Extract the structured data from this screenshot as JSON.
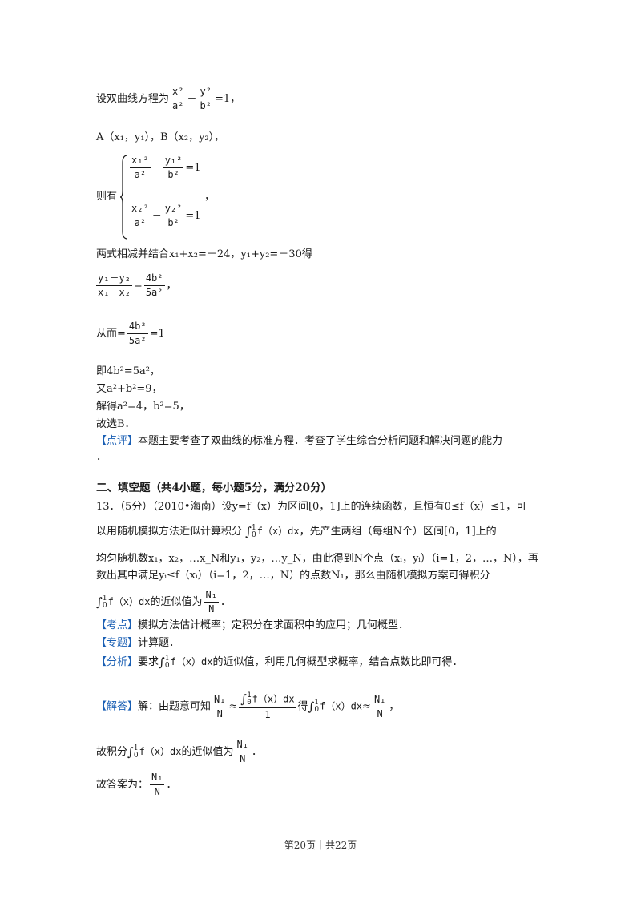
{
  "page": {
    "l1": "设双曲线方程为",
    "l1_end": "=1，",
    "l2": "A（x₁，y₁），B（x₂，y₂），",
    "l3_prefix": "则有",
    "l3_suffix": "，",
    "sys_eq1_end": "=1",
    "sys_eq2_end": "=1",
    "l4": "两式相减并结合x₁+x₂=－24，y₁+y₂=－30得",
    "l5_end": "，",
    "l6_prefix": "从而=",
    "l6_end": "=1",
    "l7": "即4b²=5a²，",
    "l8": "又a²+b²=9，",
    "l9": "解得a²=4，b²=5，",
    "l10": "故选B．",
    "comment_tag": "【点评】",
    "comment_text": "本题主要考查了双曲线的标准方程．考查了学生综合分析问题和解决问题的能力",
    "comment_cont": "．",
    "section_title": "二、填空题（共4小题，每小题5分，满分20分）",
    "q_a": "13．（5分）（2010•海南）设y=f（x）为区间[0，1]上的连续函数，且恒有0≤f（x）≤1，可",
    "q_b1": "以用随机模拟方法近似计算积分",
    "q_b2": "，先产生两组（每组N个）区间[0，1]上的",
    "q_c": "均匀随机数x₁，x₂，…x_N和y₁，y₂，…y_N，由此得到N个点（xᵢ，yᵢ）（i=1，2，…，N），再",
    "q_d": "数出其中满足yᵢ≤f（xᵢ）（i=1，2，…，N）的点数N₁，那么由随机模拟方案可得积分",
    "q_e2": "的近似值为",
    "q_e3": "．",
    "kd_tag": "【考点】",
    "kd_text": "模拟方法估计概率；定积分在求面积中的应用；几何概型．",
    "zt_tag": "【专题】",
    "zt_text": "计算题．",
    "fx_tag": "【分析】",
    "fx_text1": "要求",
    "fx_text2": "的近似值，利用几何概型求概率，结合点数比即可得．",
    "jd_tag": "【解答】",
    "jd_text1": "解：由题意可知",
    "jd_text2": "得",
    "l_j2a": "故积分",
    "l_j2b": "的近似值为",
    "l_j2c": "．",
    "l_j3": "故答案为：",
    "l_j3_end": "．",
    "int_expr": "f（x）dx",
    "int_expr2": "f（x）dx",
    "footer": "第20页｜共22页"
  },
  "math": {
    "x2": "x²",
    "a2": "a²",
    "y2": "y²",
    "b2": "b²",
    "minus": "－",
    "x1sq": "x₁²",
    "y1sq": "y₁²",
    "x2sq": "x₂²",
    "y2sq": "y₂²",
    "dy": "y₁－y₂",
    "dx": "x₁－x₂",
    "eq": "=",
    "fourb2": "4b²",
    "fivea2": "5a²",
    "N1": "N₁",
    "N": "N",
    "one": "1",
    "approx": "≈",
    "int_sym": "∫",
    "lim_top": "1",
    "lim_bot": "0"
  }
}
